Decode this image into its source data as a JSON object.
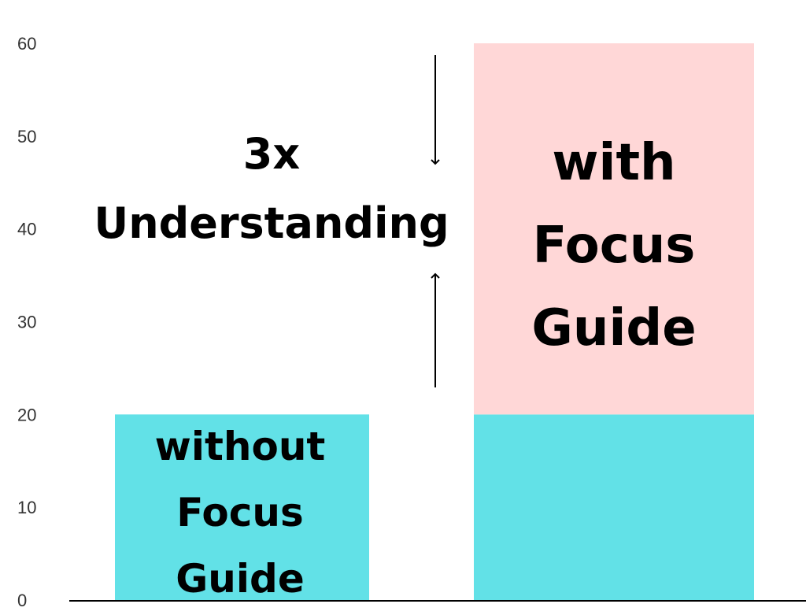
{
  "chart_data": {
    "type": "bar",
    "stacked": true,
    "categories": [
      "without Focus Guide",
      "with Focus Guide"
    ],
    "series": [
      {
        "values": [
          20,
          20
        ],
        "color": "#62e1e7"
      },
      {
        "values": [
          0,
          40
        ],
        "color": "#ffd7d7"
      }
    ],
    "ylim": [
      0,
      60
    ],
    "yticks": [
      0,
      10,
      20,
      30,
      40,
      50,
      60
    ],
    "grid": false,
    "bar_labels": [
      {
        "lines": [
          "without",
          "Focus",
          "Guide"
        ]
      },
      {
        "lines": [
          "with",
          "Focus",
          "Guide"
        ]
      }
    ],
    "annotation": {
      "lines": [
        "3x",
        "Understanding"
      ],
      "arrows": "vertical arrows pointing toward the text from above and below"
    }
  }
}
